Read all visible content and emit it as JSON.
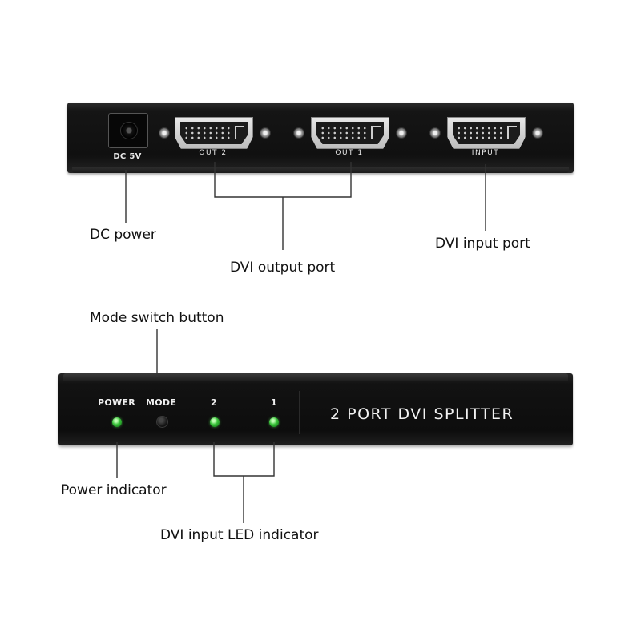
{
  "rear_panel": {
    "dc_jack_label": "DC 5V",
    "ports": [
      {
        "id": "out2",
        "label": "OUT  2"
      },
      {
        "id": "out1",
        "label": "OUT  1"
      },
      {
        "id": "input",
        "label": "INPUT"
      }
    ]
  },
  "front_panel": {
    "power_label": "POWER",
    "mode_label": "MODE",
    "led_labels": [
      "2",
      "1"
    ],
    "device_title": "2 PORT DVI SPLITTER"
  },
  "callouts": {
    "dc_power": "DC power",
    "dvi_output_port": "DVI output port",
    "dvi_input_port": "DVI input port",
    "mode_switch_button": "Mode switch button",
    "power_indicator": "Power indicator",
    "dvi_input_led_indicator": "DVI input LED indicator"
  },
  "colors": {
    "device_body": "#111111",
    "led_green": "#39c23a",
    "callout_line": "#333333"
  }
}
